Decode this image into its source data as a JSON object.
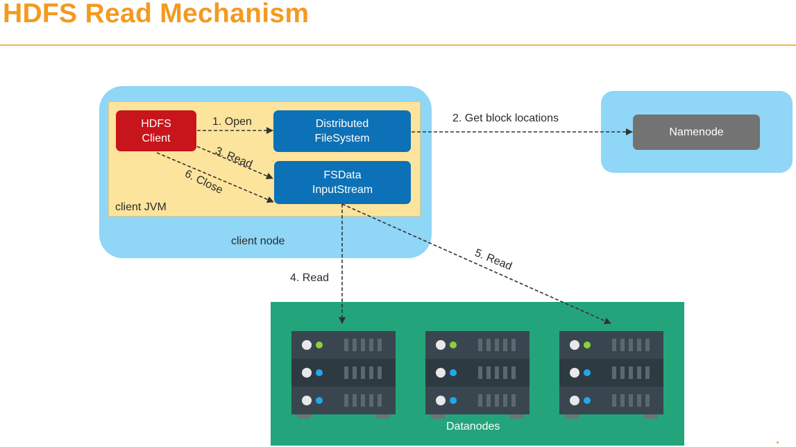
{
  "title": "HDFS Read Mechanism",
  "containers": {
    "client_node_label": "client node",
    "client_jvm_label": "client JVM",
    "datanodes_label": "Datanodes"
  },
  "nodes": {
    "hdfs_client": [
      "HDFS",
      "Client"
    ],
    "distributed_filesystem": [
      "Distributed",
      "FileSystem"
    ],
    "fsdata_inputstream": [
      "FSData",
      "InputStream"
    ],
    "namenode": "Namenode"
  },
  "edges": {
    "open": "1. Open",
    "get_block_locations": "2. Get block locations",
    "read_3": "3. Read",
    "read_4": "4. Read",
    "read_5": "5. Read",
    "close": "6. Close"
  },
  "colors": {
    "title": "#f39a1f",
    "client_box": "#c8141b",
    "stream_box": "#0c71b6",
    "namenode_box": "#737373",
    "host_background": "#8fd6f7",
    "jvm_background": "#fde49c",
    "datanode_background": "#23a47a",
    "led_green": "#8dd13a",
    "led_blue": "#1fa9ec"
  }
}
